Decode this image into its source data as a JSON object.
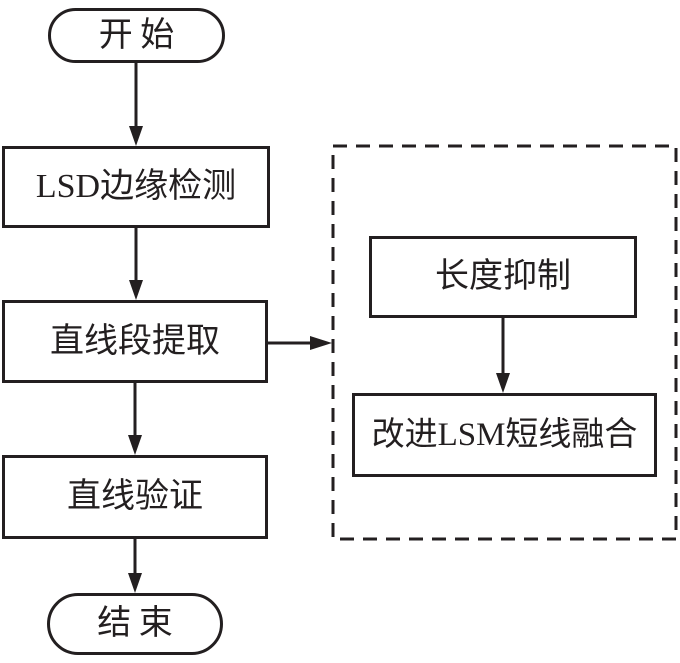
{
  "diagram": {
    "type": "flowchart",
    "line_color": "#231f20",
    "background": "#ffffff",
    "nodes": {
      "start": {
        "label": "开始",
        "shape": "terminal"
      },
      "lsd_edge_detection": {
        "label": "LSD边缘检测",
        "shape": "process"
      },
      "line_segment_extraction": {
        "label": "直线段提取",
        "shape": "process"
      },
      "line_verification": {
        "label": "直线验证",
        "shape": "process"
      },
      "end": {
        "label": "结束",
        "shape": "terminal"
      },
      "length_suppression": {
        "label": "长度抑制",
        "shape": "process",
        "group": "dashed_group"
      },
      "improved_lsm_fusion": {
        "label": "改进LSM短线融合",
        "shape": "process",
        "group": "dashed_group"
      }
    },
    "edges": [
      {
        "from": "start",
        "to": "lsd_edge_detection",
        "direction": "down"
      },
      {
        "from": "lsd_edge_detection",
        "to": "line_segment_extraction",
        "direction": "down"
      },
      {
        "from": "line_segment_extraction",
        "to": "line_verification",
        "direction": "down"
      },
      {
        "from": "line_verification",
        "to": "end",
        "direction": "down"
      },
      {
        "from": "line_segment_extraction",
        "to": "dashed_group",
        "direction": "right"
      },
      {
        "from": "length_suppression",
        "to": "improved_lsm_fusion",
        "direction": "down"
      }
    ]
  }
}
